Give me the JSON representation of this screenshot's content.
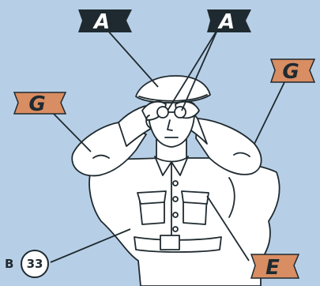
{
  "colors": {
    "background": "#b7cfe6",
    "flag_dark": "#1f2a30",
    "flag_orange": "#d98d62",
    "flag_text_dark": "#ffffff",
    "flag_text_orange": "#1f2a30",
    "line": "#1f2a30",
    "figure_fill": "#ffffff"
  },
  "flags": {
    "a_left": {
      "label": "A",
      "style": "dark",
      "icon": "flag-icon"
    },
    "a_right": {
      "label": "A",
      "style": "dark",
      "icon": "flag-icon"
    },
    "g_left": {
      "label": "G",
      "style": "orange",
      "icon": "flag-icon"
    },
    "g_right": {
      "label": "G",
      "style": "orange",
      "icon": "flag-icon"
    },
    "e_bottom": {
      "label": "E",
      "style": "orange",
      "icon": "flag-icon"
    }
  },
  "badge": {
    "prefix": "B",
    "number": "33"
  },
  "figure": {
    "icon": "man-with-binoculars-illustration"
  }
}
